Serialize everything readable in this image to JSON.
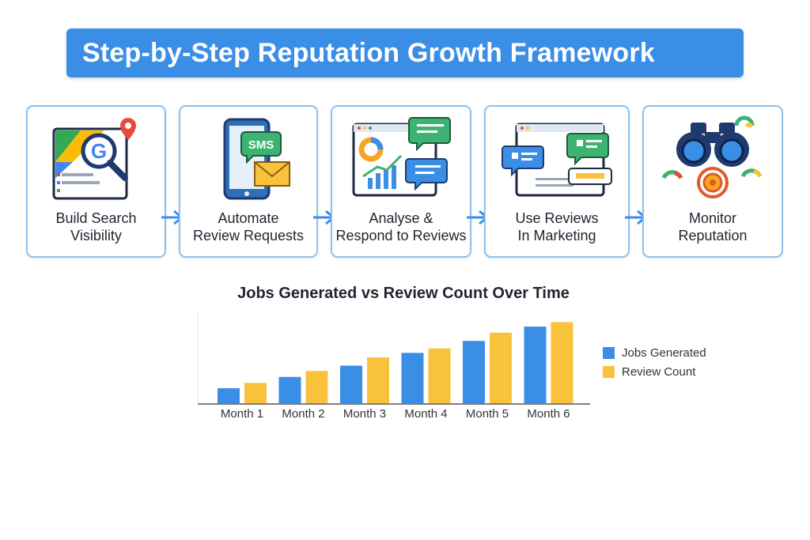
{
  "header": {
    "title": "Step-by-Step Reputation Growth Framework"
  },
  "steps": [
    {
      "label": "Build Search\nVisibility",
      "icon": "google-search-icon"
    },
    {
      "label": "Automate\nReview Requests",
      "icon": "sms-phone-icon"
    },
    {
      "label": "Analyse &\nRespond to Reviews",
      "icon": "analytics-dashboard-icon"
    },
    {
      "label": "Use Reviews\nIn Marketing",
      "icon": "marketing-chat-icon"
    },
    {
      "label": "Monitor\nReputation",
      "icon": "binoculars-icon"
    }
  ],
  "colors": {
    "primary": "#3b8ee6",
    "accent": "#f8c33b",
    "border": "#8ec0ee"
  },
  "chart_data": {
    "type": "bar",
    "title": "Jobs Generated vs Review Count Over Time",
    "categories": [
      "Month 1",
      "Month 2",
      "Month 3",
      "Month 4",
      "Month 5",
      "Month 6"
    ],
    "series": [
      {
        "name": "Jobs Generated",
        "color": "#3b8ee6",
        "values": [
          2,
          3.5,
          5,
          6.7,
          8.3,
          10.2
        ]
      },
      {
        "name": "Review Count",
        "color": "#f8c33b",
        "values": [
          2.7,
          4.3,
          6.1,
          7.3,
          9.4,
          10.8
        ]
      }
    ],
    "ylim": [
      0,
      12
    ],
    "legend_position": "right",
    "grid": false
  }
}
